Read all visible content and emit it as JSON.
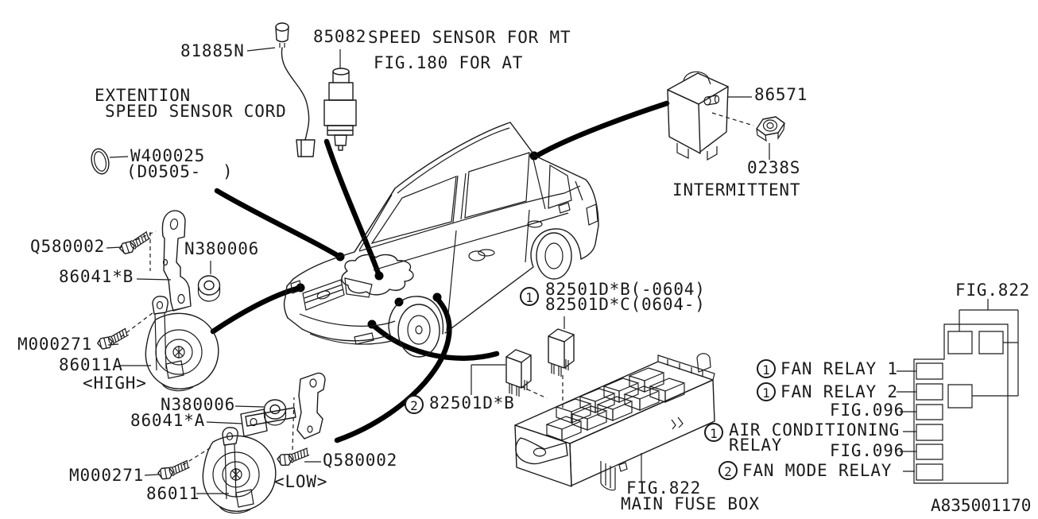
{
  "diagram": {
    "background": "#ffffff",
    "line_color": "#1a1a1a",
    "doc_code": "A835001170",
    "parts": {
      "cord": "81885N",
      "speed_sensor": "85082",
      "speed_sensor_note1": "SPEED SENSOR FOR MT",
      "speed_sensor_note2": "FIG.180 FOR AT",
      "extension1": "EXTENTION",
      "extension2": "SPEED SENSOR CORD",
      "oring": "W400025",
      "oring_range": "(D0505-  )",
      "intermittent_relay": "86571",
      "intermittent_nut": "0238S",
      "intermittent_caption": "INTERMITTENT",
      "bolt_q_upper": "Q580002",
      "nut_upper": "N380006",
      "bracket_b": "86041*B",
      "bolt_m_upper": "M000271",
      "horn_high": "86011A",
      "horn_high_tag": "<HIGH>",
      "nut_lower": "N380006",
      "bracket_a": "86041*A",
      "bolt_m_lower": "M000271",
      "horn_low": "86011",
      "horn_low_tag": "<LOW>",
      "bolt_q_lower": "Q580002",
      "relay_main_marker": "1",
      "relay_main_line1": "82501D*B(-0604)",
      "relay_main_line2": "82501D*C(0604-)",
      "relay_alt_marker": "2",
      "relay_alt": "82501D*B",
      "fusebox_fig": "FIG.822",
      "fusebox_caption": "MAIN FUSE BOX"
    },
    "relay_map": {
      "fig": "FIG.822",
      "rows": [
        {
          "marker": "1",
          "label": "FAN RELAY 1"
        },
        {
          "marker": "1",
          "label": "FAN RELAY 2"
        },
        {
          "marker": "",
          "label": "FIG.096"
        },
        {
          "marker": "1",
          "label": "AIR CONDITIONING",
          "label2": "RELAY"
        },
        {
          "marker": "",
          "label": "FIG.096"
        },
        {
          "marker": "2",
          "label": "FAN MODE RELAY"
        }
      ]
    }
  }
}
